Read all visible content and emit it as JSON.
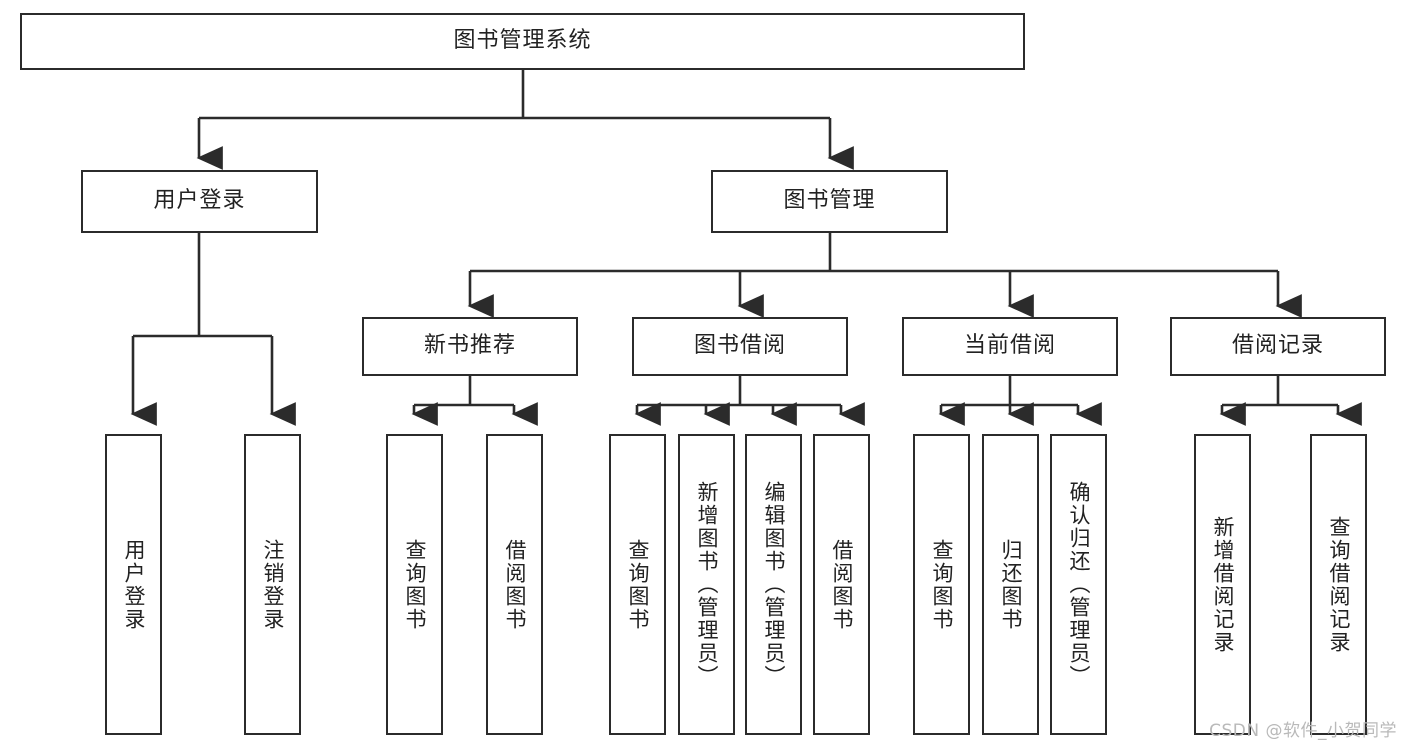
{
  "diagram": {
    "title": "图书管理系统",
    "root": {
      "label": "图书管理系统"
    },
    "level2": [
      {
        "label": "用户登录"
      },
      {
        "label": "图书管理"
      }
    ],
    "level3": [
      {
        "label": "新书推荐"
      },
      {
        "label": "图书借阅"
      },
      {
        "label": "当前借阅"
      },
      {
        "label": "借阅记录"
      }
    ],
    "leaves": {
      "user_login": [
        {
          "label": "用户登录"
        },
        {
          "label": "注销登录"
        }
      ],
      "new_book_recommend": [
        {
          "label": "查询图书"
        },
        {
          "label": "借阅图书"
        }
      ],
      "book_borrow": [
        {
          "label": "查询图书"
        },
        {
          "label": "新增图书（管理员）"
        },
        {
          "label": "编辑图书（管理员）"
        },
        {
          "label": "借阅图书"
        }
      ],
      "current_borrow": [
        {
          "label": "查询图书"
        },
        {
          "label": "归还图书"
        },
        {
          "label": "确认归还（管理员）"
        }
      ],
      "borrow_record": [
        {
          "label": "新增借阅记录"
        },
        {
          "label": "查询借阅记录"
        }
      ]
    }
  },
  "watermark": {
    "text": "CSDN @软件_小贺同学"
  },
  "colors": {
    "stroke": "#2b2b2b",
    "background": "#ffffff",
    "text": "#222222",
    "watermark": "#b9b9b9"
  }
}
